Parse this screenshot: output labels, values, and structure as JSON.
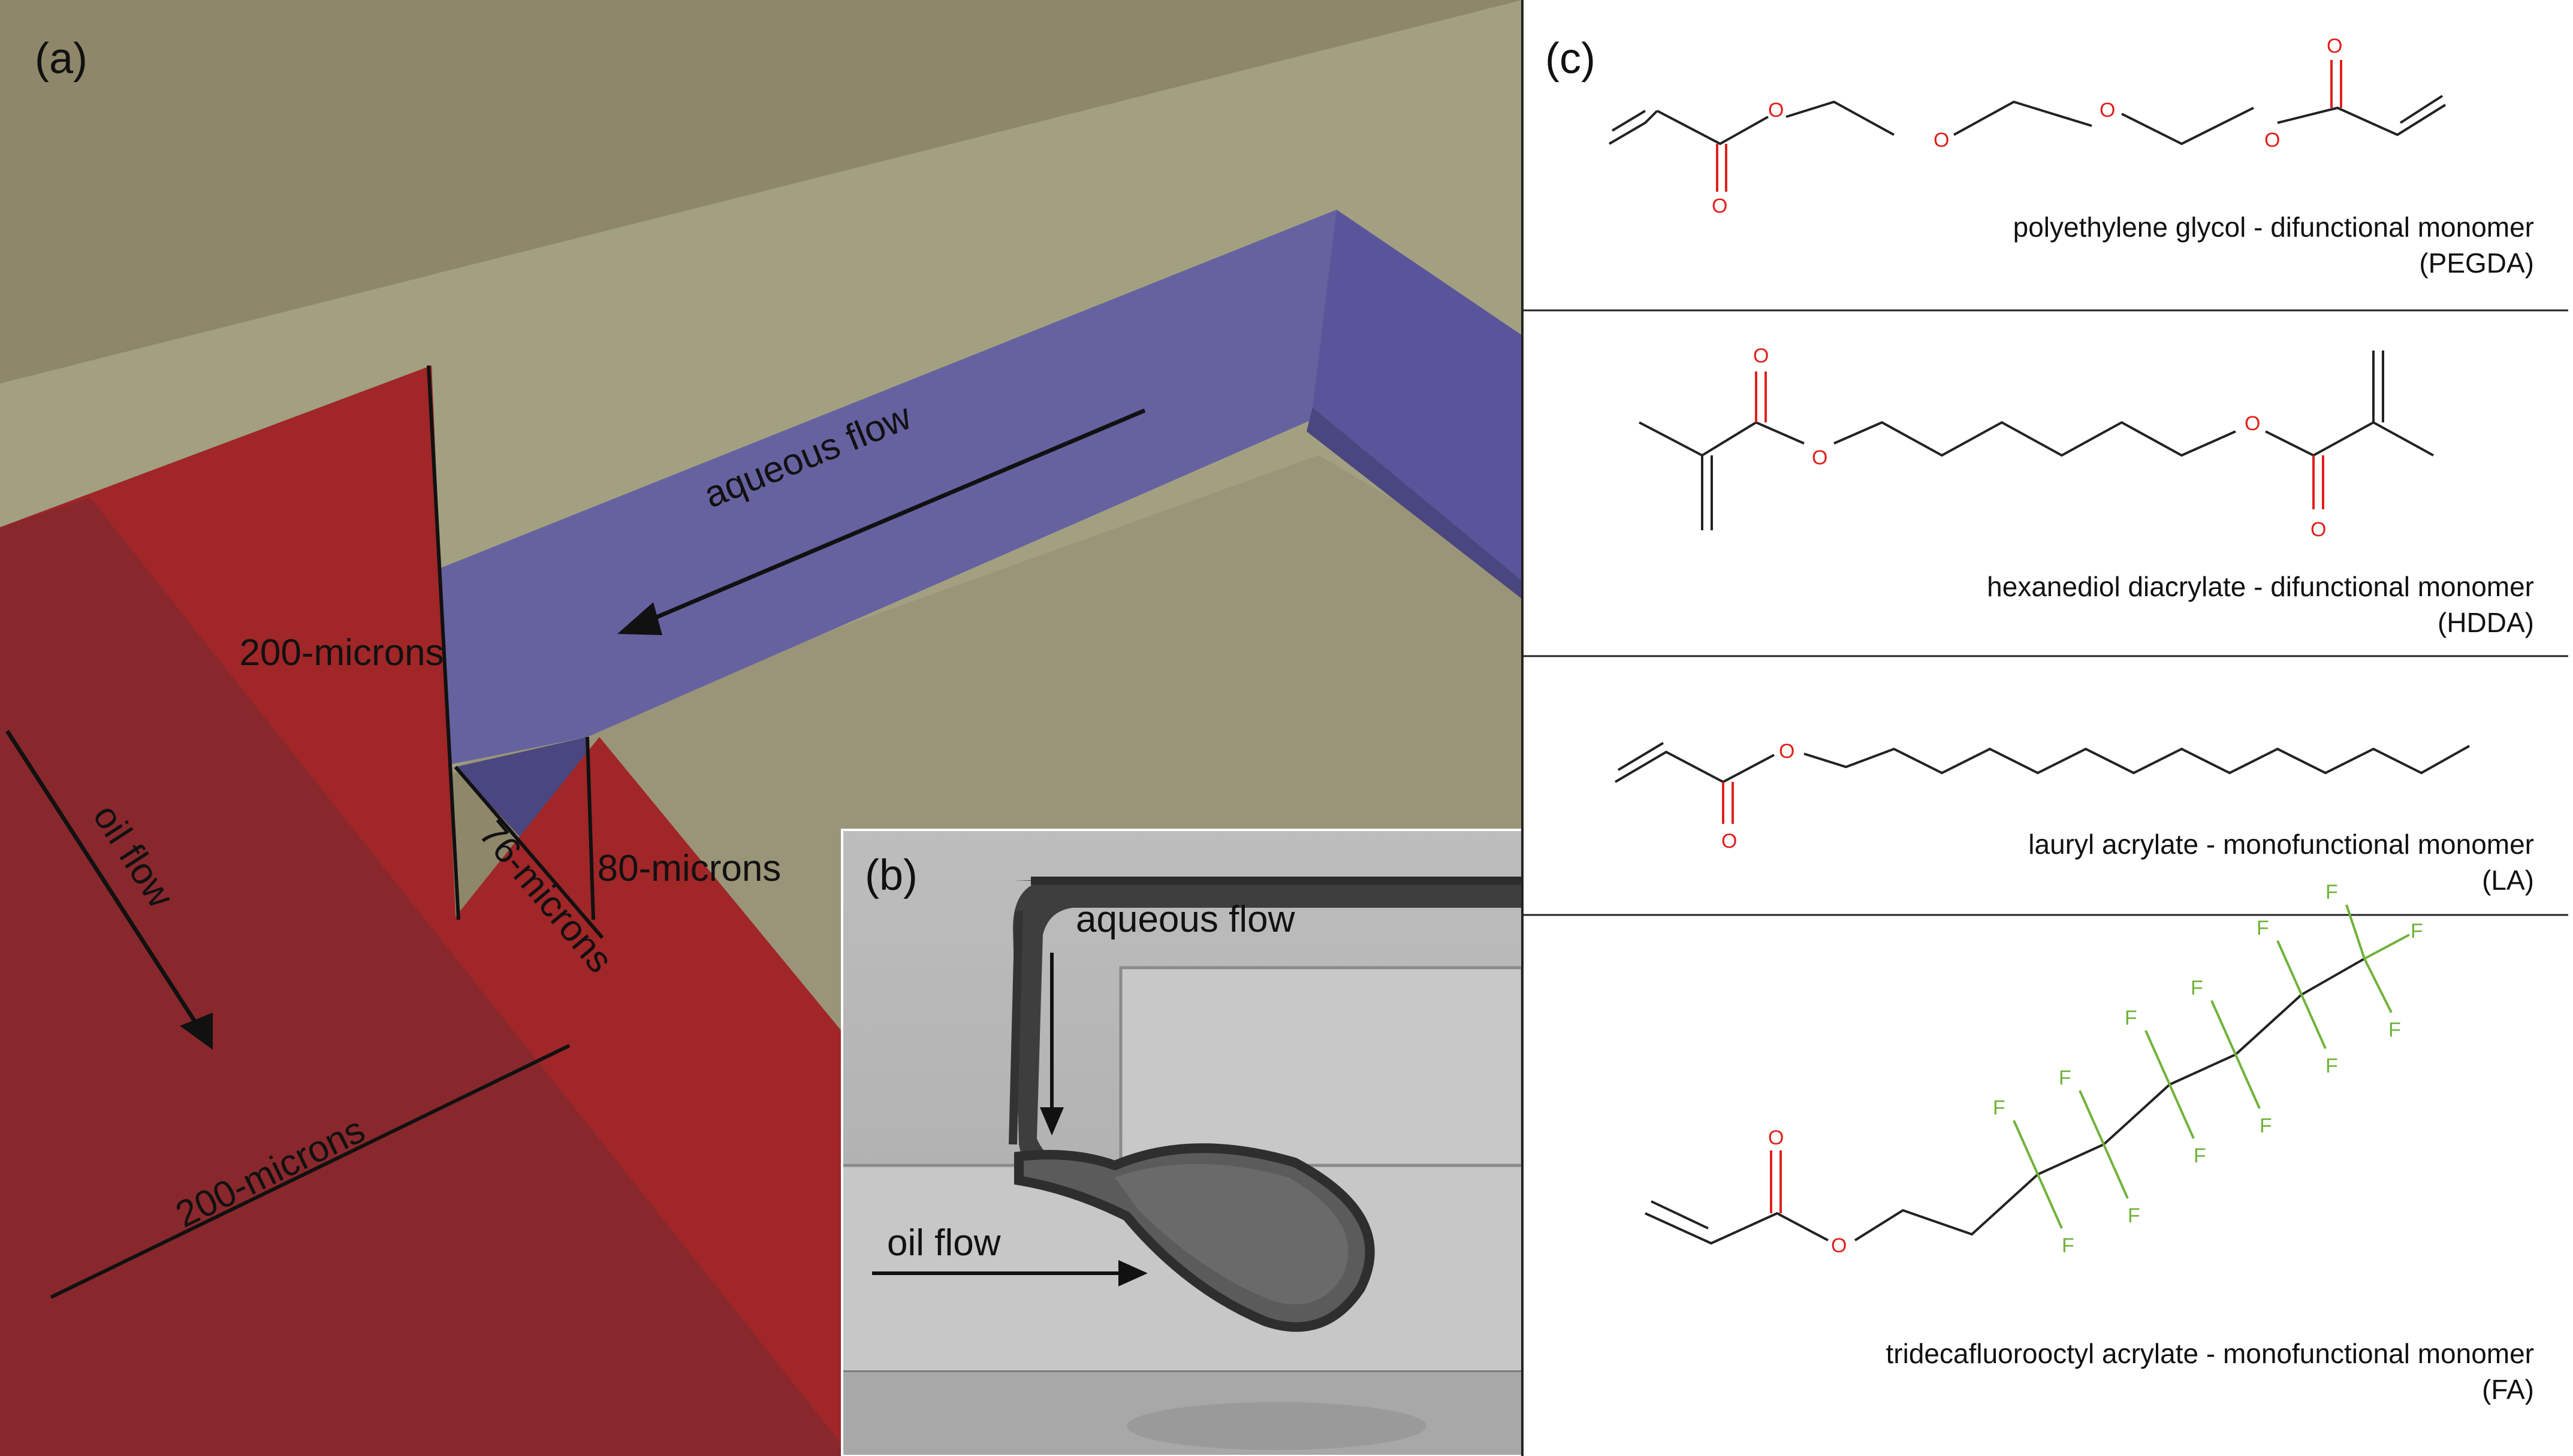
{
  "panels": {
    "a": {
      "label": "(a)",
      "aqueous_flow": "aqueous flow",
      "oil_flow": "oil  flow",
      "dim_200_vertical": "200-microns",
      "dim_76": "76-microns",
      "dim_80": "80-microns",
      "dim_200_bottom": "200-microns",
      "colors": {
        "oil": "#a02628",
        "oil_dark": "#88282c",
        "aqueous": "#6662a0",
        "aqueous_dark": "#4a4680",
        "substrate": "#a2a081",
        "substrate_dark": "#8e8769"
      }
    },
    "b": {
      "label": "(b)",
      "aqueous_flow": "aqueous flow",
      "oil_flow": "oil  flow"
    },
    "c": {
      "label": "(c)",
      "molecules": [
        {
          "name": "polyethylene glycol - difunctional monomer",
          "abbr": "(PEGDA)"
        },
        {
          "name": "hexanediol diacrylate - difunctional monomer",
          "abbr": "(HDDA)"
        },
        {
          "name": "lauryl acrylate - monofunctional monomer",
          "abbr": "(LA)"
        },
        {
          "name": "tridecafluorooctyl acrylate - monofunctional monomer",
          "abbr": "(FA)"
        }
      ],
      "atoms": {
        "oxygen": "O",
        "fluorine": "F"
      }
    }
  }
}
